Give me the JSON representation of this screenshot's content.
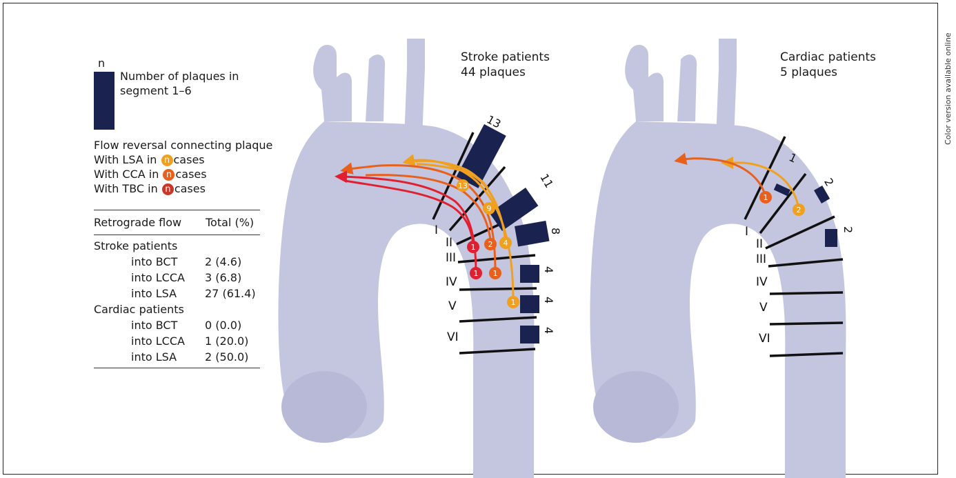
{
  "side_note": "Color version available online",
  "legend": {
    "n_label": "n",
    "bar_description": "Number of plaques in segment 1–6"
  },
  "flow_reversal": {
    "heading": "Flow reversal connecting plaque",
    "rows": [
      {
        "prefix": "With LSA in",
        "dot": "n",
        "suffix": "cases",
        "color": "#f0a020"
      },
      {
        "prefix": "With CCA in",
        "dot": "n",
        "suffix": "cases",
        "color": "#e8601c"
      },
      {
        "prefix": "With TBC in",
        "dot": "n",
        "suffix": "cases",
        "color": "#c8382a"
      }
    ]
  },
  "table": {
    "col1_header": "Retrograde flow",
    "col2_header": "Total (%)",
    "groups": [
      {
        "name": "Stroke patients",
        "rows": [
          {
            "label": "into BCT",
            "value": "2 (4.6)"
          },
          {
            "label": "into LCCA",
            "value": "3 (6.8)"
          },
          {
            "label": "into LSA",
            "value": "27 (61.4)"
          }
        ]
      },
      {
        "name": "Cardiac patients",
        "rows": [
          {
            "label": "into BCT",
            "value": "0 (0.0)"
          },
          {
            "label": "into LCCA",
            "value": "1 (20.0)"
          },
          {
            "label": "into LSA",
            "value": "2 (50.0)"
          }
        ]
      }
    ]
  },
  "panels": {
    "stroke": {
      "title_line1": "Stroke patients",
      "title_line2": "44 plaques",
      "segments": [
        "I",
        "II",
        "III",
        "IV",
        "V",
        "VI"
      ],
      "bar_counts": [
        "13",
        "11",
        "8",
        "4",
        "4",
        "4"
      ],
      "lsa_markers": [
        "13",
        "9",
        "4",
        "1"
      ],
      "cca_markers": [
        "2",
        "1"
      ],
      "tbc_markers": [
        "1",
        "1"
      ]
    },
    "cardiac": {
      "title_line1": "Cardiac patients",
      "title_line2": "5 plaques",
      "segments": [
        "I",
        "II",
        "III",
        "IV",
        "V",
        "VI"
      ],
      "bar_counts": [
        "1",
        "2",
        "2"
      ],
      "lsa_markers": [
        "2"
      ],
      "cca_markers": [
        "1"
      ]
    }
  },
  "colors": {
    "aorta": "#c4c6e0",
    "bar": "#1a2350",
    "lsa_flow": "#f0a020",
    "cca_flow": "#e8601c",
    "tbc_flow": "#e02030"
  }
}
